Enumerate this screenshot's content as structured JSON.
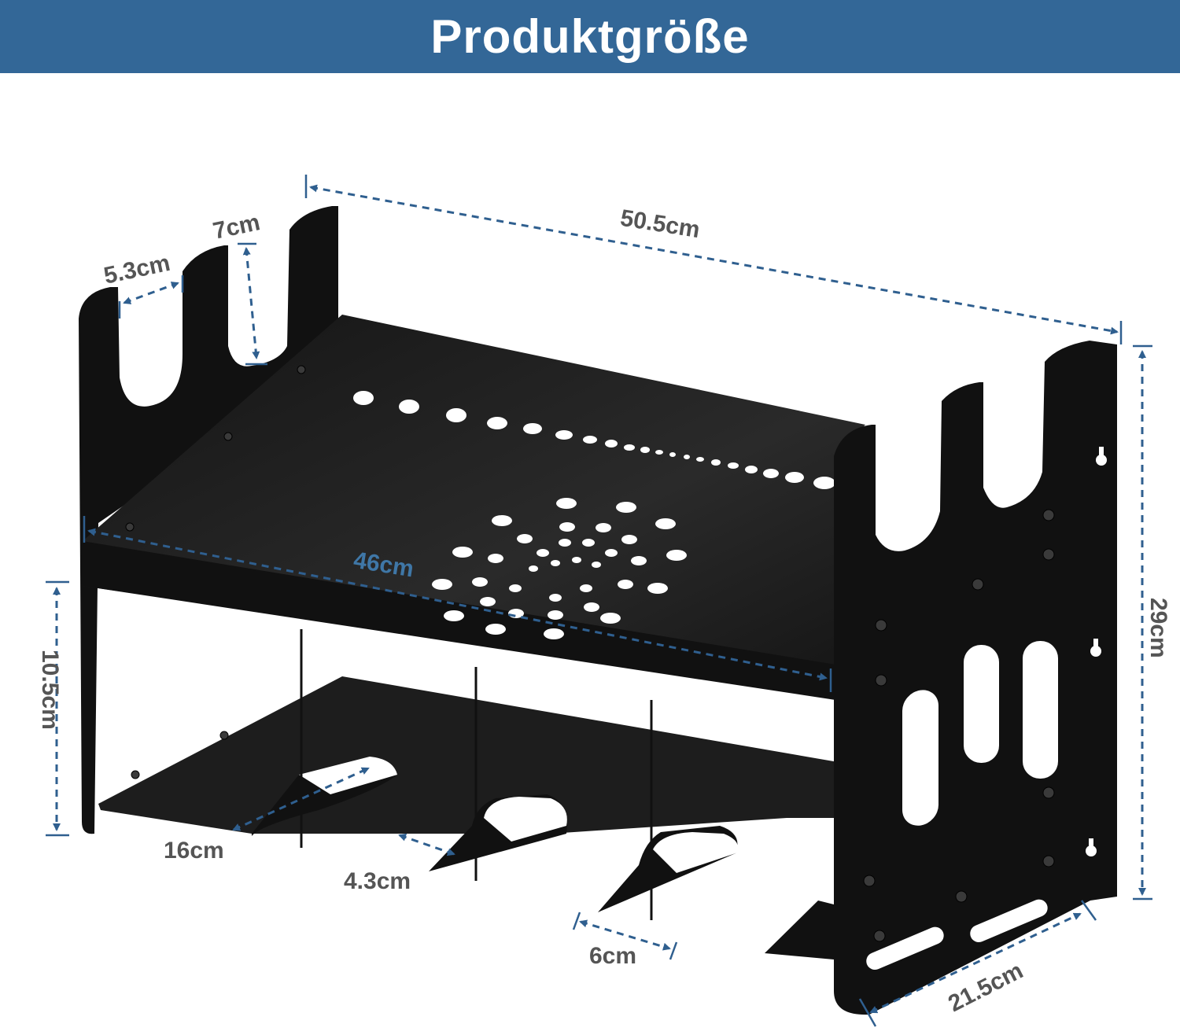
{
  "banner": {
    "title": "Produktgröße",
    "background": "#336797"
  },
  "dimensions": {
    "slot_width": "5.3cm",
    "slot_depth": "7cm",
    "total_width": "50.5cm",
    "shelf_width": "46cm",
    "lower_height": "10.5cm",
    "total_height": "29cm",
    "slot_length": "16cm",
    "slot_gap": "4.3cm",
    "slot_spacing": "6cm",
    "depth": "21.5cm"
  },
  "colors": {
    "accent": "#3f77a7",
    "label_grey": "#555555",
    "product": "#111111"
  }
}
